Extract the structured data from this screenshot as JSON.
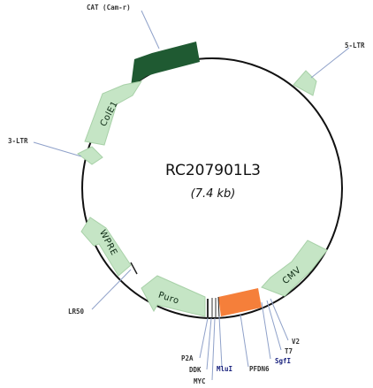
{
  "plasmid": {
    "name": "RC207901L3",
    "size": "(7.4 kb)"
  },
  "features": {
    "cat": "CAT (Cam-r)",
    "five_ltr": "5-LTR",
    "cmv": "CMV",
    "insert": "PFDN6",
    "puro": "Puro",
    "wpre": "WPRE",
    "three_ltr": "3-LTR",
    "cole1": "ColE1"
  },
  "sites": {
    "v2": "V2",
    "t7": "T7",
    "sgfi": "SgfI",
    "mlui": "MluI",
    "p2a": "P2A",
    "ddk": "DDK",
    "myc": "MYC",
    "lr50": "LR50"
  },
  "colors": {
    "backbone": "#111111",
    "feature_light": "#c5e5c5",
    "feature_light_stroke": "#a8d1a8",
    "cat": "#1f5a32",
    "insert": "#f57f3a",
    "leader_line": "#8fa1c9",
    "site_blue": "#1a237e"
  }
}
